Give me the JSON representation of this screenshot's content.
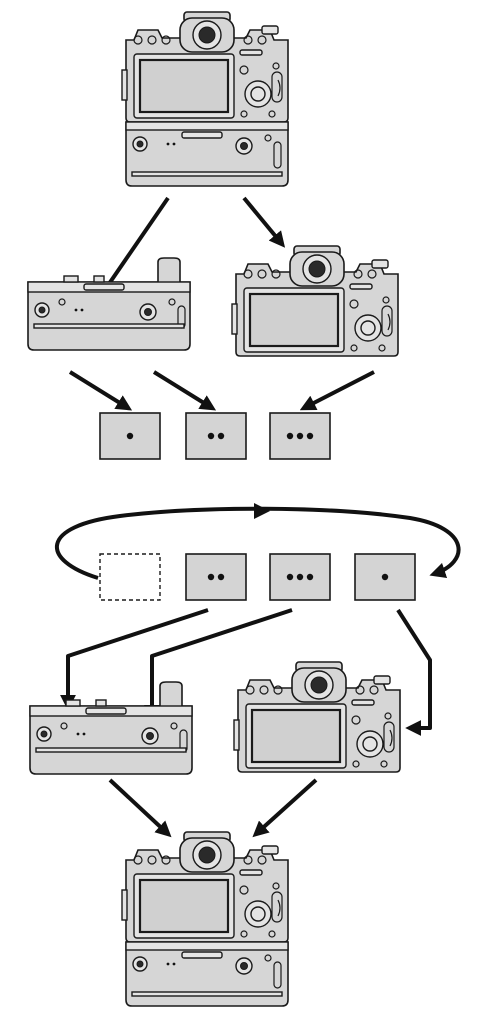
{
  "diagram": {
    "illustration": "camera-battery-grip-battery-rotation",
    "battery_slots_before": [
      {
        "dots": 1,
        "filled": true
      },
      {
        "dots": 2,
        "filled": true
      },
      {
        "dots": 3,
        "filled": true
      }
    ],
    "battery_slots_after": [
      {
        "dots": 0,
        "filled": false
      },
      {
        "dots": 2,
        "filled": true
      },
      {
        "dots": 3,
        "filled": true
      },
      {
        "dots": 1,
        "filled": true
      }
    ],
    "colors": {
      "body": "#d6d6d6",
      "outline": "#1a1a1a",
      "box_fill": "#d4d4d4",
      "arrow": "#111111",
      "background": "#ffffff"
    }
  }
}
